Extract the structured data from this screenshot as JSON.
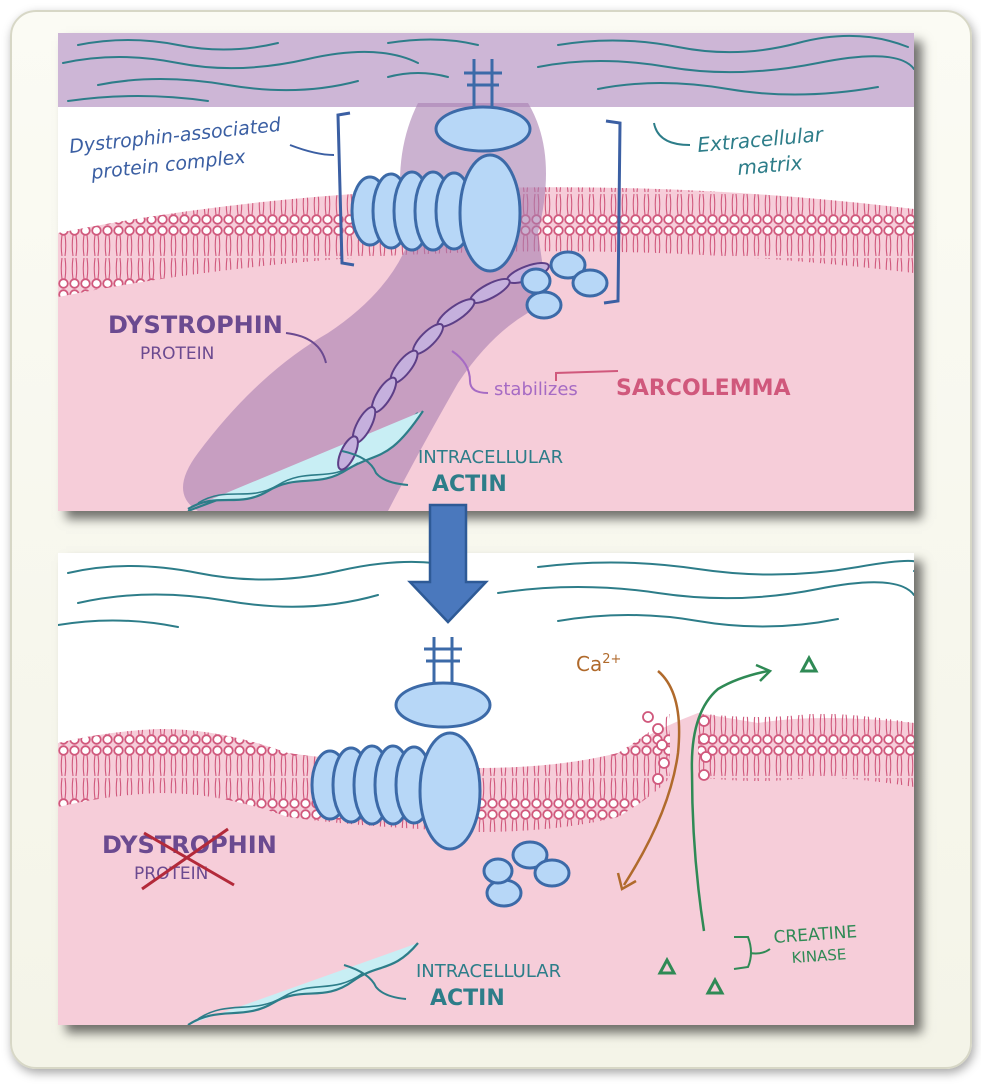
{
  "top_panel": {
    "dapc_label_line1": "Dystrophin-associated",
    "dapc_label_line2": "protein complex",
    "ecm_label_line1": "Extracellular",
    "ecm_label_line2": "matrix",
    "dystrophin_line1": "DYSTROPHIN",
    "dystrophin_line2": "PROTEIN",
    "stabilizes": "stabilizes",
    "sarcolemma": "SARCOLEMMA",
    "actin_line1": "INTRACELLULAR",
    "actin_line2": "ACTIN"
  },
  "bottom_panel": {
    "dystrophin_line1": "DYSTROPHIN",
    "dystrophin_line2": "PROTEIN",
    "calcium_base": "Ca",
    "calcium_charge": "2+",
    "ck_line1": "CREATINE",
    "ck_line2": "KINASE",
    "actin_line1": "INTRACELLULAR",
    "actin_line2": "ACTIN"
  },
  "colors": {
    "ecm_purple": "#cdb6d6",
    "cytoplasm_pink": "#f6cdd9",
    "membrane": "#d0587c",
    "protein_fill": "#b7d7f7",
    "protein_stroke": "#3c6aa8",
    "dystrophin": "#8b69a8",
    "teal_text": "#2d7d89",
    "blue_text": "#3b5fa3",
    "calcium": "#b06a2c",
    "creatine_kinase": "#2f8a55",
    "arrow": "#4a78bd"
  }
}
